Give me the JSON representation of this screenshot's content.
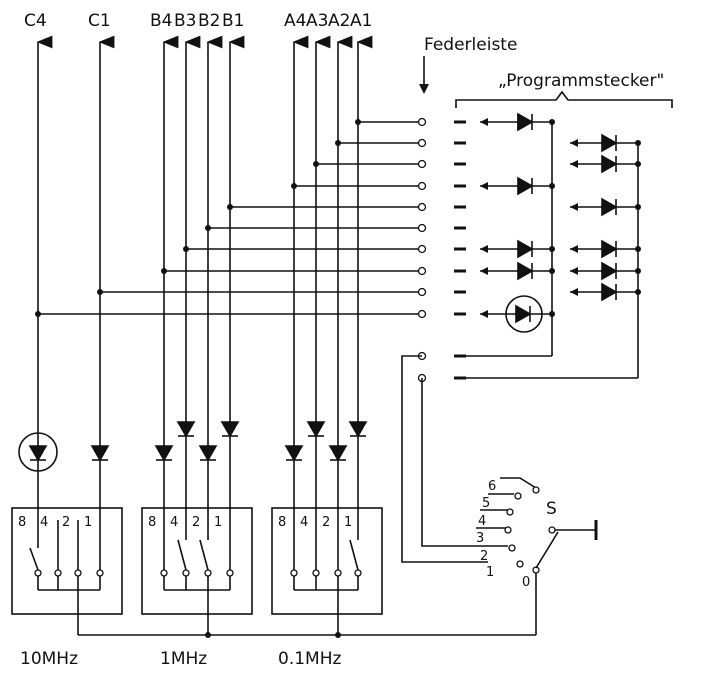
{
  "lines_top": {
    "C4": "C4",
    "C1": "C1",
    "B4": "B4",
    "B3": "B3",
    "B2": "B2",
    "B1": "B1",
    "A4": "A4",
    "A3": "A3",
    "A2": "A2",
    "A1": "A1"
  },
  "header": {
    "federleiste": "Federleiste",
    "programmstecker": "„Programmstecker\""
  },
  "switch_blocks": [
    {
      "label": "10MHz",
      "positions": [
        "8",
        "4",
        "2",
        "1"
      ]
    },
    {
      "label": "1MHz",
      "positions": [
        "8",
        "4",
        "2",
        "1"
      ]
    },
    {
      "label": "0.1MHz",
      "positions": [
        "8",
        "4",
        "2",
        "1"
      ]
    }
  ],
  "rotary_switch": {
    "name": "S",
    "positions": [
      "6",
      "5",
      "4",
      "3",
      "2",
      "1",
      "0"
    ]
  }
}
